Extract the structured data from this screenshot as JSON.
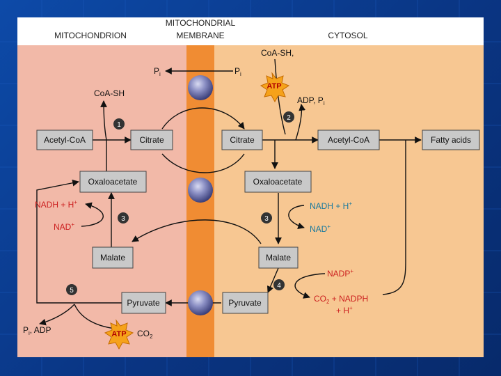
{
  "colors": {
    "mito": "#f2b9a8",
    "membrane": "#f08c33",
    "cytosol": "#f7c792",
    "box": "#c9c9c9",
    "red_text": "#cc1f1f",
    "teal_text": "#1a7a9e",
    "star": "#f6a21a"
  },
  "headers": {
    "mitochondrion": "MITOCHONDRION",
    "membrane_line1": "MITOCHONDRIAL",
    "membrane_line2": "MEMBRANE",
    "cytosol": "CYTOSOL"
  },
  "boxes": {
    "acetyl_coa_mito": "Acetyl-CoA",
    "citrate_mito": "Citrate",
    "oxaloacetate_mito": "Oxaloacetate",
    "malate_mito": "Malate",
    "pyruvate_mito": "Pyruvate",
    "citrate_cyto": "Citrate",
    "acetyl_coa_cyto": "Acetyl-CoA",
    "fatty_acids": "Fatty acids",
    "oxaloacetate_cyto": "Oxaloacetate",
    "malate_cyto": "Malate",
    "pyruvate_cyto": "Pyruvate"
  },
  "labels": {
    "pi_left": "P",
    "pi_left_sub": "i",
    "pi_right": "P",
    "pi_right_sub": "i",
    "coash_mito": "CoA-SH",
    "coash_cyto": "CoA-SH,",
    "atp_top": "ATP",
    "adp_pi": "ADP, P",
    "adp_pi_sub": "i",
    "nadh_mito": "NADH + H",
    "nadh_mito_sup": "+",
    "nad_mito": "NAD",
    "nad_mito_sup": "+",
    "nadh_cyto": "NADH + H",
    "nadh_cyto_sup": "+",
    "nad_cyto": "NAD",
    "nad_cyto_sup": "+",
    "nadp": "NADP",
    "nadp_sup": "+",
    "co2_nadph": "CO",
    "co2_nadph_sub": "2",
    "co2_nadph_rest": " + NADPH",
    "h_plus": "+ H",
    "h_plus_sup": "+",
    "pi_adp": "P",
    "pi_adp_sub": "i",
    "pi_adp_rest": ", ADP",
    "atp_bottom": "ATP",
    "co2_bottom": "CO",
    "co2_bottom_sub": "2"
  },
  "steps": {
    "s1_top": "1",
    "s2": "2",
    "s3_left": "3",
    "s3_right": "3",
    "s4": "4",
    "s5": "5"
  }
}
